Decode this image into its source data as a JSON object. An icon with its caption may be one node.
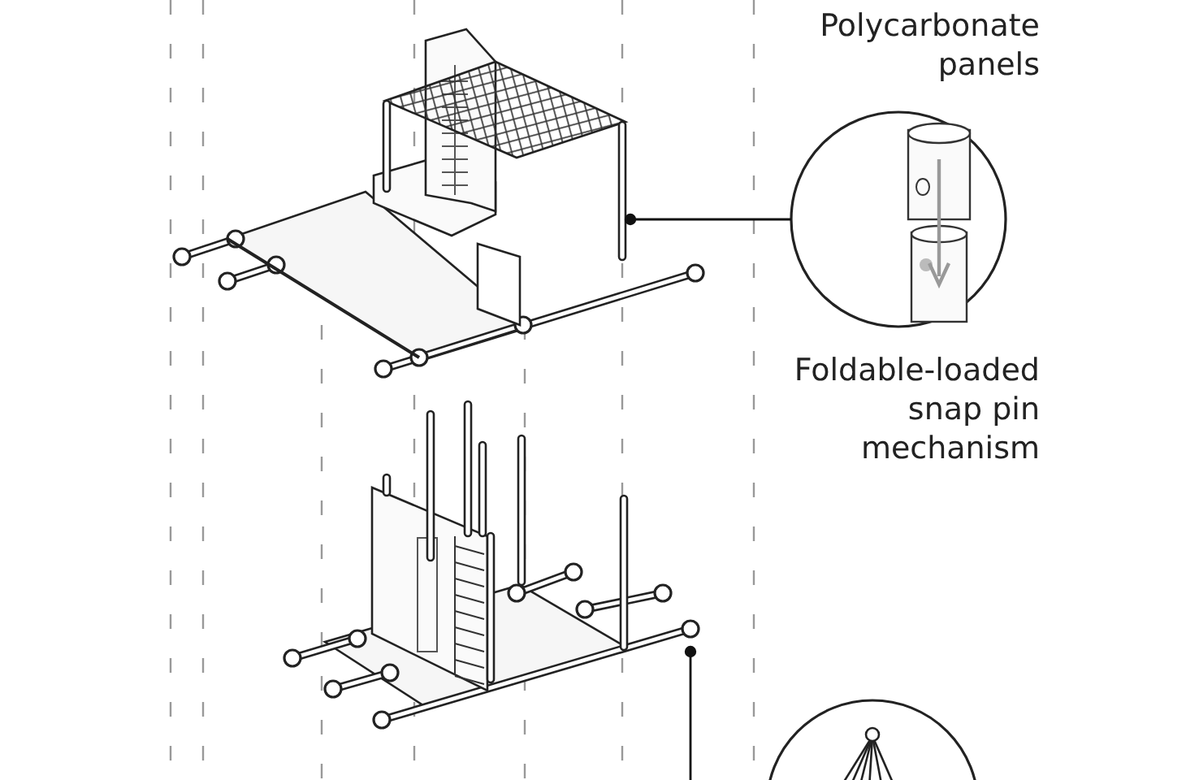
{
  "diagram": {
    "nodes": [
      {
        "text": [],
        "shape": "picture"
      },
      {
        "text": [],
        "shape": "picture"
      },
      {
        "text": [],
        "shape": "picture"
      },
      {
        "text": [],
        "shape": "picture"
      }
    ],
    "edges": [
      {
        "from": 0,
        "to": 1,
        "arrow": "other"
      },
      {
        "from": 2,
        "to": null,
        "arrow": "other"
      }
    ],
    "labels": [
      "Polycarbonate panels",
      "Foldable-loaded snap pin mechanism"
    ]
  }
}
